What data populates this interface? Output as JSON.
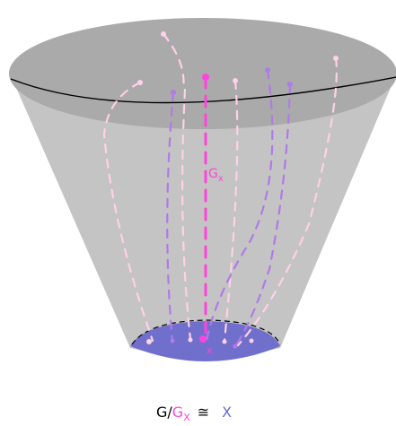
{
  "labels": {
    "stabilizer": "G",
    "stabilizer_sub": "x",
    "point": "x",
    "caption_group": "G/",
    "caption_stabilizer": "G",
    "caption_stabilizer_sub": "X",
    "caption_iso": "≅",
    "caption_space": "X"
  },
  "colors": {
    "cone_fill": "#c4c4c4",
    "cone_top": "#aaaaaa",
    "base_disc": "#7070cc",
    "orbit_pink": "#ff44dd",
    "orbit_light": "#ffd0e8",
    "orbit_violet": "#b07ae8",
    "rim_line": "#000000",
    "caption_text": "#000000",
    "caption_magenta": "#ff44dd",
    "caption_blue": "#6a6ac8"
  }
}
